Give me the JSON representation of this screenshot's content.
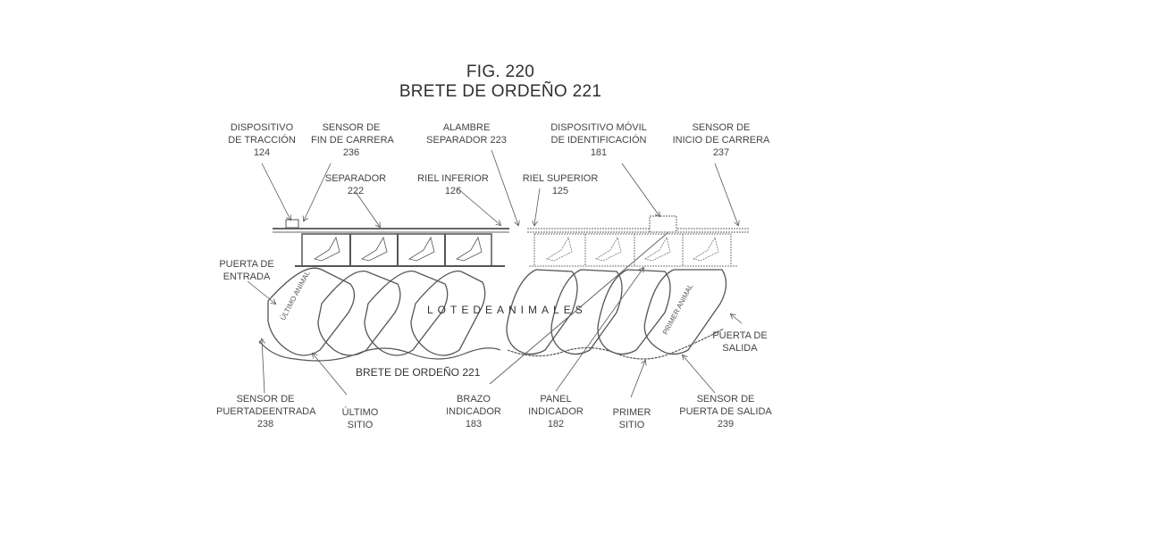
{
  "figure": {
    "number": "FIG.  220",
    "title": "BRETE DE ORDEÑO 221"
  },
  "labels": {
    "traction_device": [
      "DISPOSITIVO",
      "DE TRACCIÓN",
      "124"
    ],
    "end_sensor": [
      "SENSOR DE",
      "FIN DE CARRERA",
      "236"
    ],
    "separator_wire": [
      "ALAMBRE",
      "SEPARADOR 223"
    ],
    "mobile_id_device": [
      "DISPOSITIVO MÓVIL",
      "DE IDENTIFICACIÓN",
      "181"
    ],
    "start_sensor": [
      "SENSOR DE",
      "INICIO DE CARRERA",
      "237"
    ],
    "separator": [
      "SEPARADOR",
      "222"
    ],
    "lower_rail": [
      "RIEL INFERIOR",
      "126"
    ],
    "upper_rail": [
      "RIEL SUPERIOR",
      "125"
    ],
    "entry_gate": [
      "PUERTA DE",
      "ENTRADA"
    ],
    "exit_gate": [
      "PUERTA DE",
      "SALIDA"
    ],
    "animal_lot": "LOTEDEANIMALES",
    "milking_parlor": "BRETE DE ORDEÑO 221",
    "entry_gate_sensor": [
      "SENSOR DE",
      "PUERTADEENTRADA",
      "238"
    ],
    "last_site": [
      "ÚLTIMO",
      "SITIO"
    ],
    "indicator_arm": [
      "BRAZO",
      "INDICADOR",
      "183"
    ],
    "indicator_panel": [
      "PANEL",
      "INDICADOR",
      "182"
    ],
    "first_site": [
      "PRIMER",
      "SITIO"
    ],
    "exit_gate_sensor": [
      "SENSOR DE",
      "PUERTA DE SALIDA",
      "239"
    ],
    "last_animal": "ÚLTIMO ANIMAL",
    "first_animal": "PRIMER ANIMAL"
  }
}
